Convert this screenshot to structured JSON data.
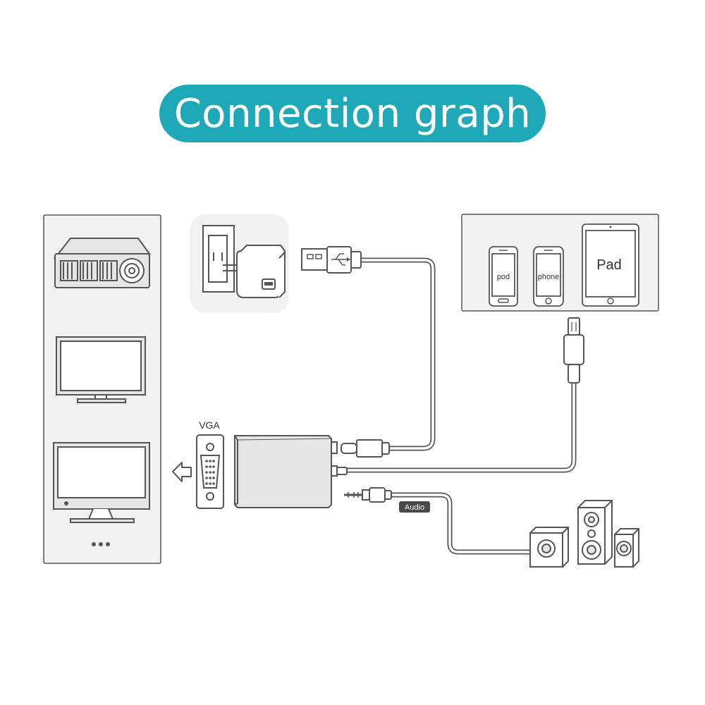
{
  "title": "Connection graph",
  "labels": {
    "vga": "VGA",
    "audio": "Audio",
    "pod": "pod",
    "phone": "phone",
    "pad": "Pad"
  },
  "colors": {
    "accent": "#1fa9b8",
    "line": "#555555",
    "panel_fill": "#f2f2f2",
    "device_fill": "#e6e6e6",
    "label_bg": "#4a4a4a"
  },
  "icons": [
    "projector-icon",
    "tv-icon",
    "monitor-icon",
    "more-dots-icon",
    "wall-charger-icon",
    "usb-plug-icon",
    "vga-port-icon",
    "arrow-left-icon",
    "adapter-box-icon",
    "lightning-plug-icon",
    "audio-jack-icon",
    "speakers-icon",
    "ipod-icon",
    "iphone-icon",
    "ipad-icon"
  ]
}
